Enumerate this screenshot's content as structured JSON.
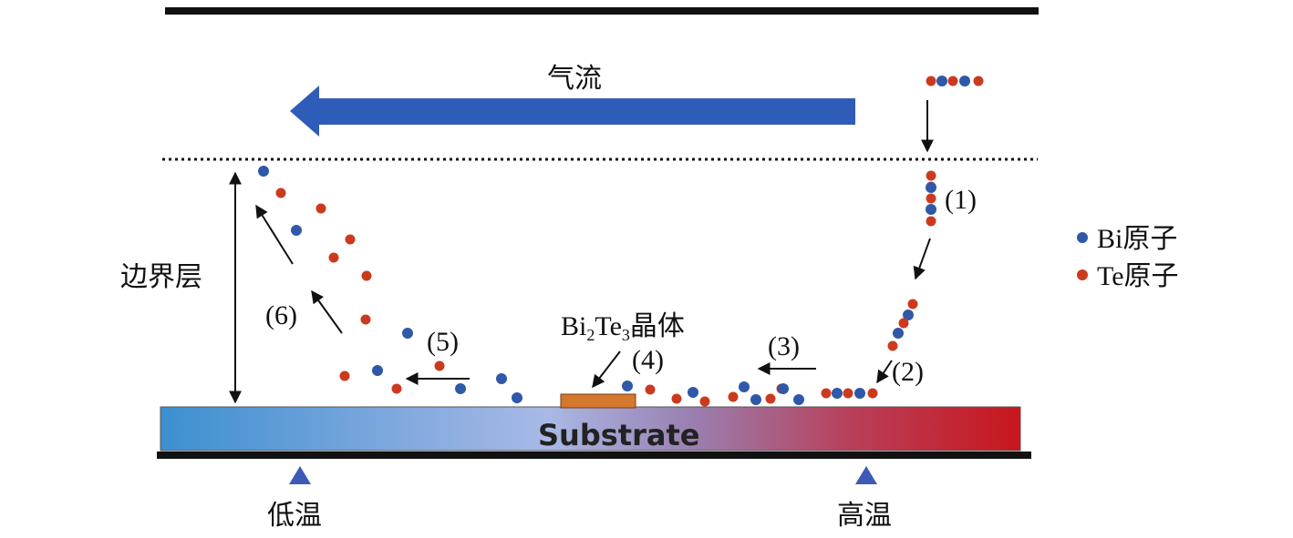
{
  "labels": {
    "gas_flow": "气流",
    "boundary_layer": "边界层",
    "substrate": "Substrate",
    "low_temp": "低温",
    "high_temp": "高温",
    "crystal_prefix": "Bi",
    "crystal_sub1": "2",
    "crystal_mid": "Te",
    "crystal_sub2": "3",
    "crystal_suffix": "晶体"
  },
  "steps": [
    "(1)",
    "(2)",
    "(3)",
    "(4)",
    "(5)",
    "(6)"
  ],
  "legend": [
    {
      "label": "Bi原子",
      "color": "#2f58a8"
    },
    {
      "label": "Te原子",
      "color": "#cc3a1e"
    }
  ],
  "colors": {
    "bi_atom": "#2f58a8",
    "te_atom": "#cc3a1e",
    "flow_arrow": "#2e5cb8",
    "crystal": "#d4782e",
    "substrate_cold": "#3d8fd0",
    "substrate_mid": "#a9b9e6",
    "substrate_hot": "#c8161d",
    "marker": "#3d5bb5"
  }
}
